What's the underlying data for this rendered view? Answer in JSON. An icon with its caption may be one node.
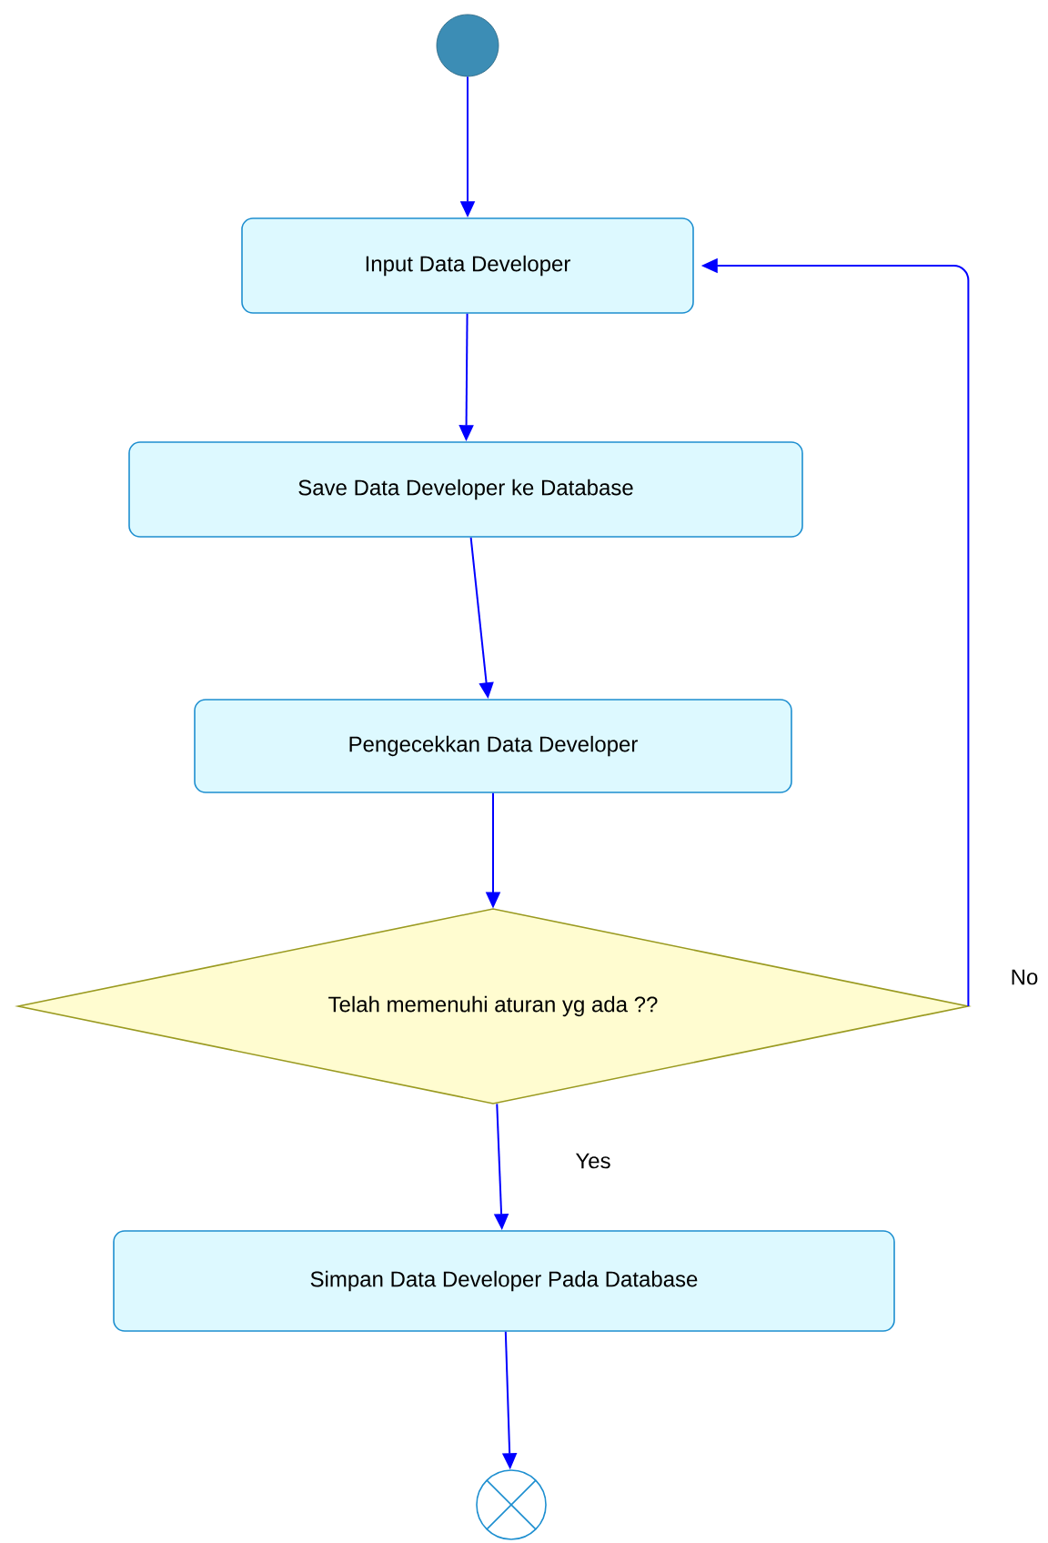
{
  "diagram": {
    "nodes": [
      {
        "text": [],
        "shape": "circle"
      },
      {
        "text": [
          "Input Data Developer"
        ]
      },
      {
        "text": [
          "Save Data Developer ke Database"
        ]
      },
      {
        "text": [
          "Pengecekkan Data Developer"
        ]
      },
      {
        "text": [
          "Telah memenuhi aturan yg ada ??"
        ]
      },
      {
        "text": [
          "Simpan Data Developer Pada Database"
        ]
      },
      {
        "text": [],
        "shape": "circle"
      }
    ],
    "edges": [
      {
        "from": 0,
        "to": 1,
        "arrow": "to"
      },
      {
        "from": 1,
        "to": 2,
        "arrow": "to"
      },
      {
        "from": 2,
        "to": 3,
        "arrow": "to"
      },
      {
        "from": 3,
        "to": 4,
        "arrow": "to"
      },
      {
        "from": 4,
        "to": 1,
        "arrow": "to",
        "label": "No"
      },
      {
        "from": 4,
        "to": 5,
        "arrow": "to",
        "label": "Yes"
      },
      {
        "from": 5,
        "to": 6,
        "arrow": "to"
      }
    ]
  }
}
